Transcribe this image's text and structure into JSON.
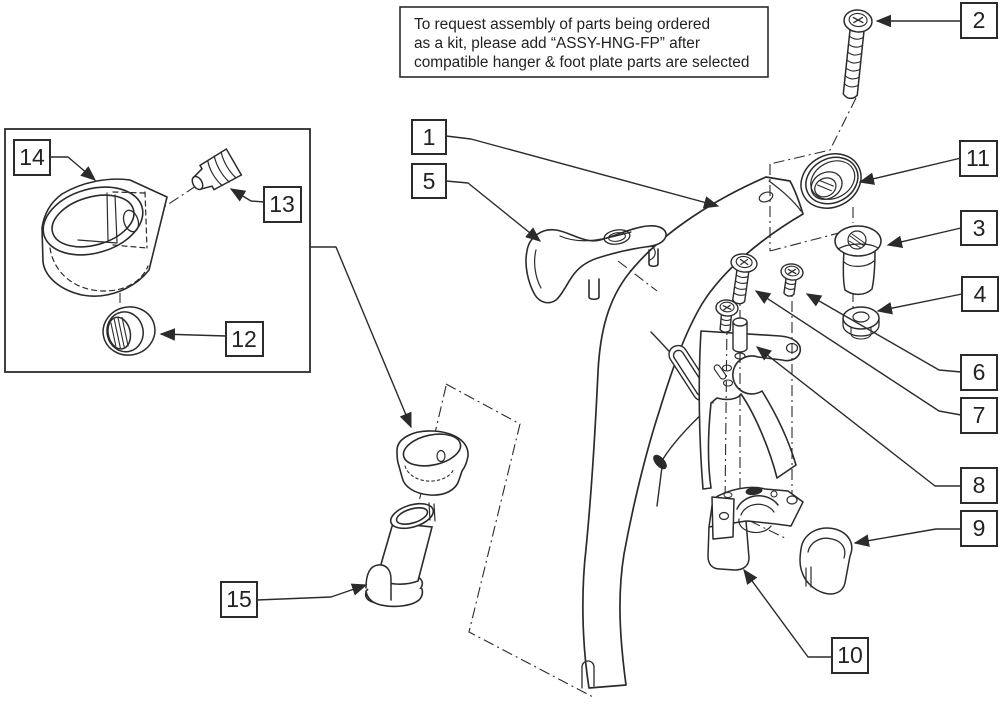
{
  "figure_type": "exploded-parts-diagram",
  "colors": {
    "background": "#ffffff",
    "line": "#2b2b2b"
  },
  "note": {
    "lines": [
      "To request assembly of parts being ordered",
      "as a kit, please add “ASSY-HNG-FP” after",
      "compatible hanger & foot plate parts are selected"
    ]
  },
  "callouts": [
    {
      "label": "1"
    },
    {
      "label": "2"
    },
    {
      "label": "3"
    },
    {
      "label": "4"
    },
    {
      "label": "5"
    },
    {
      "label": "6"
    },
    {
      "label": "7"
    },
    {
      "label": "8"
    },
    {
      "label": "9"
    },
    {
      "label": "10"
    },
    {
      "label": "11"
    },
    {
      "label": "12"
    },
    {
      "label": "13"
    },
    {
      "label": "14"
    },
    {
      "label": "15"
    }
  ]
}
